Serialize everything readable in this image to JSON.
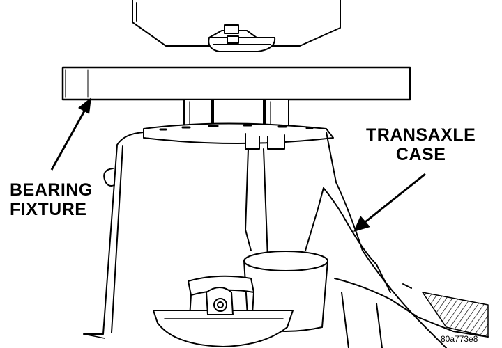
{
  "labels": {
    "bearing_fixture": {
      "line1": "BEARING",
      "line2": "FIXTURE"
    },
    "transaxle_case": {
      "line1": "TRANSAXLE",
      "line2": "CASE"
    }
  },
  "figure_id": "80a773e8",
  "colors": {
    "ink": "#000000",
    "paper": "#ffffff"
  }
}
